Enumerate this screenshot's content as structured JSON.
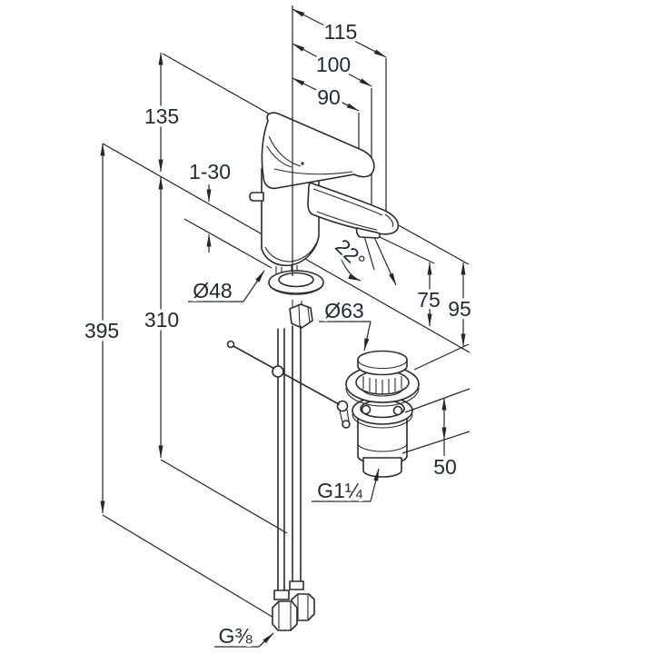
{
  "figure": {
    "type": "technical-dimension-drawing",
    "colors": {
      "line": "#2b2b2b",
      "text": "#1f2a33",
      "background": "#ffffff"
    }
  },
  "labels": {
    "dim_115": "115",
    "dim_100": "100",
    "dim_90": "90",
    "dim_135": "135",
    "dim_clamp": "1-30",
    "dim_395": "395",
    "dim_310": "310",
    "dia_body": "Ø48",
    "dia_drain": "Ø63",
    "angle_spout": "22°",
    "dim_75": "75",
    "dim_95": "95",
    "dim_50": "50",
    "thread_drain": "G1¼",
    "thread_supply": "G⅜"
  }
}
